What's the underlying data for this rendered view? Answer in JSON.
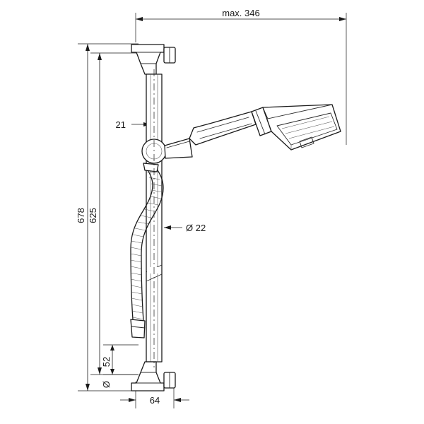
{
  "drawing": {
    "title": "shower-set-technical-drawing",
    "units_note": "",
    "dimensions": {
      "max_width": "max. 346",
      "offset_top": "21",
      "height_total": "678",
      "height_rail": "625",
      "rail_diameter": "Ø 22",
      "bottom_offset": "52",
      "bottom_diameter_symbol": "Ø",
      "base_width": "64"
    },
    "labels": [
      {
        "id": "max-width",
        "text": "max. 346"
      },
      {
        "id": "bracket-offset",
        "text": "21"
      },
      {
        "id": "total-height",
        "text": "678"
      },
      {
        "id": "rail-height",
        "text": "625"
      },
      {
        "id": "rail-diameter",
        "text": "Ø 22"
      },
      {
        "id": "lower-offset",
        "text": "52"
      },
      {
        "id": "lower-diameter",
        "text": "Ø"
      },
      {
        "id": "base-width",
        "text": "64"
      }
    ],
    "colors": {
      "line": "#1a1a1a",
      "background": "#ffffff",
      "fill_light": "#f2f2f2"
    }
  }
}
